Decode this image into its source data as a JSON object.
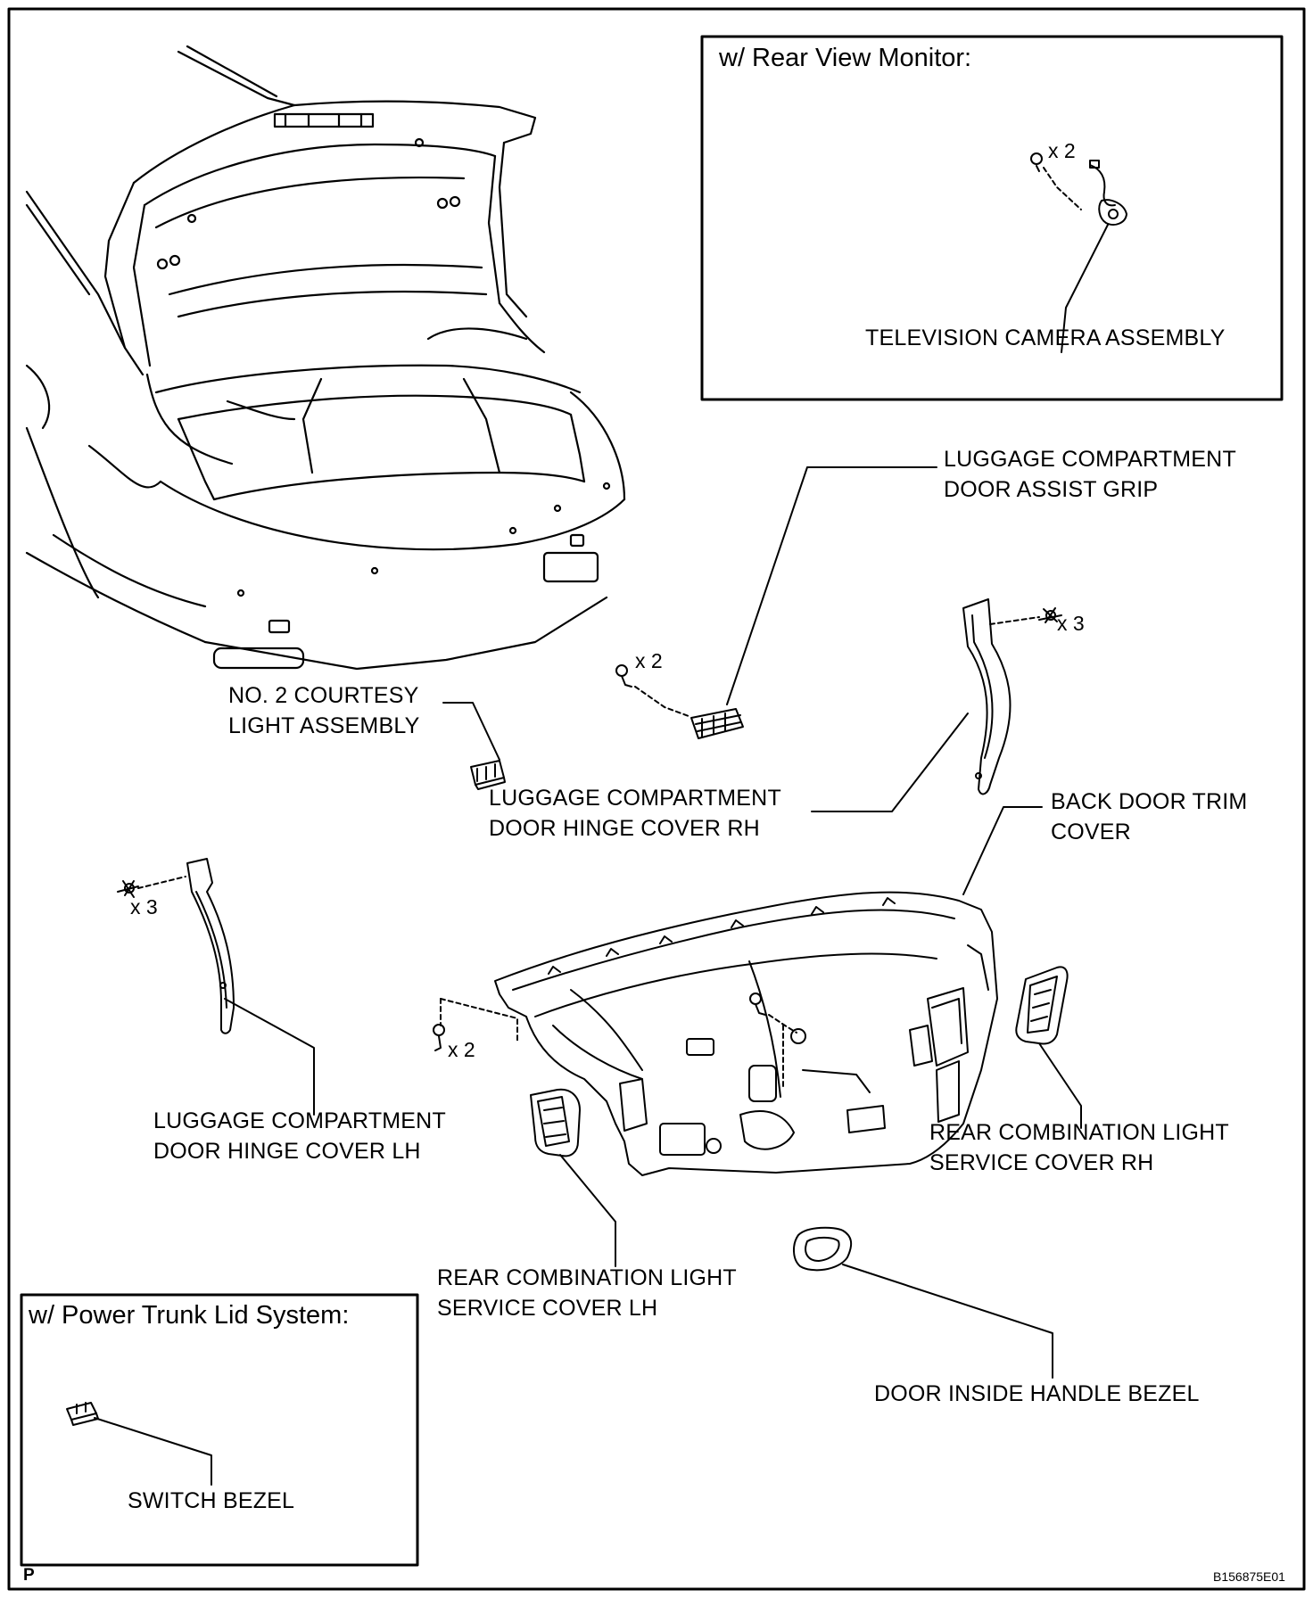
{
  "insets": {
    "rear_view_monitor": {
      "title": "w/ Rear View Monitor:",
      "qty": "x 2",
      "part_label": "TELEVISION CAMERA ASSEMBLY"
    },
    "power_trunk_lid": {
      "title": "w/ Power Trunk Lid System:",
      "part_label": "SWITCH BEZEL"
    }
  },
  "labels": {
    "assist_grip": [
      "LUGGAGE COMPARTMENT",
      "DOOR ASSIST GRIP"
    ],
    "courtesy_light": [
      "NO. 2 COURTESY",
      "LIGHT ASSEMBLY"
    ],
    "hinge_cover_rh": [
      "LUGGAGE COMPARTMENT",
      "DOOR HINGE COVER RH"
    ],
    "back_door_trim": [
      "BACK DOOR TRIM",
      "COVER"
    ],
    "hinge_cover_lh": [
      "LUGGAGE COMPARTMENT",
      "DOOR HINGE COVER LH"
    ],
    "rear_light_cover_rh": [
      "REAR COMBINATION LIGHT",
      "SERVICE COVER RH"
    ],
    "rear_light_cover_lh": [
      "REAR COMBINATION LIGHT",
      "SERVICE COVER LH"
    ],
    "handle_bezel": "DOOR INSIDE HANDLE BEZEL"
  },
  "quantities": {
    "assist_grip_screws": "x 2",
    "hinge_rh_clips": "x 3",
    "hinge_lh_clips": "x 3",
    "trim_screws": "x 2"
  },
  "footer": {
    "page_mark": "P",
    "figure_code": "B156875E01"
  }
}
